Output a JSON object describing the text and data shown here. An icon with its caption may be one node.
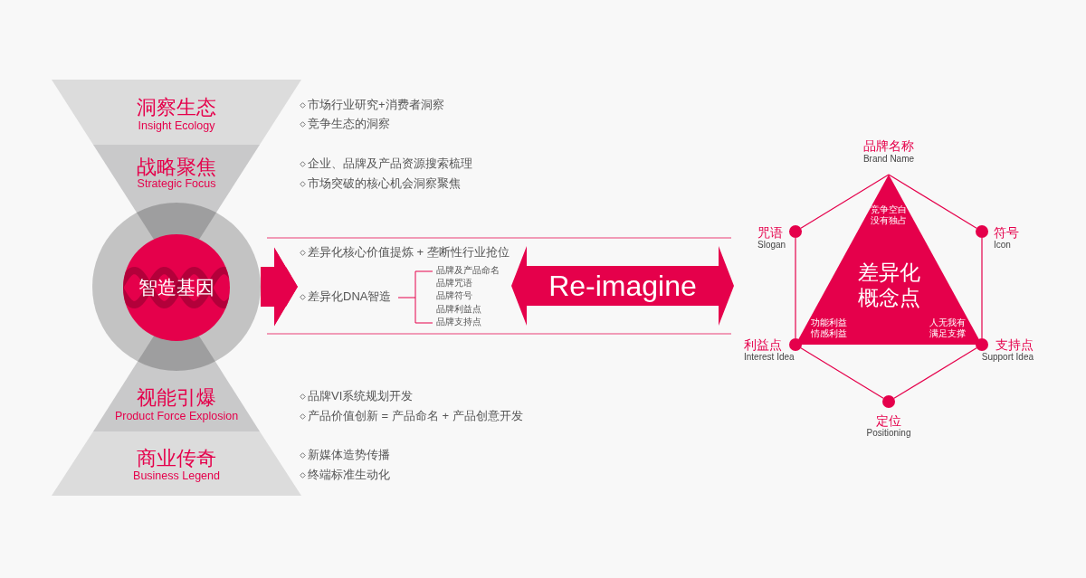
{
  "diagram": {
    "nodes": [
      {
        "text": [
          "洞察生态",
          "Insight Ecology"
        ],
        "beside": [
          "市场行业研究+消费者洞察",
          "竞争生态的洞察"
        ]
      },
      {
        "text": [
          "战略聚焦",
          "Strategic Focus"
        ],
        "beside": [
          "企业、品牌及产品资源搜索梳理",
          "市场突破的核心机会洞察聚焦"
        ]
      },
      {
        "text": [
          "智造基因"
        ]
      },
      {
        "text": [
          "差异化DNA智造"
        ]
      },
      {
        "text": [
          "视能引爆",
          "Product Force Explosion"
        ],
        "beside": [
          "品牌VI系统规划开发",
          "产品价值创新 = 产品命名 + 产品创意开发"
        ]
      },
      {
        "text": [
          "商业传奇",
          "Business Legend"
        ],
        "beside": [
          "新媒体造势传播",
          "终端标准生动化"
        ]
      },
      {
        "text": [
          "Re-imagine"
        ]
      },
      {
        "text": [
          "品牌名称",
          "Brand Name"
        ]
      },
      {
        "text": [],
        "shape": "circle",
        "beside": [
          "咒语",
          "Slogan"
        ]
      },
      {
        "text": [],
        "shape": "circle",
        "beside": [
          "符号",
          "Icon"
        ]
      },
      {
        "text": [
          "竞争空白没有独占",
          "差异化概念点",
          "功能利益情感利益",
          "人无我有满足支撑"
        ]
      },
      {
        "text": [],
        "shape": "circle",
        "beside": [
          "利益点",
          "Interest Idea"
        ]
      },
      {
        "text": [],
        "shape": "circle",
        "beside": [
          "支持点",
          "Support Idea"
        ]
      },
      {
        "text": [],
        "shape": "circle",
        "beside": [
          "定位",
          "Positioning"
        ]
      }
    ],
    "edges": [
      {
        "from": 2,
        "to": 3,
        "arrow": "to",
        "style": "thick"
      },
      {
        "from": 7,
        "to": 8,
        "arrow": "none"
      },
      {
        "from": 7,
        "to": 9,
        "arrow": "none"
      },
      {
        "from": 8,
        "to": 11,
        "arrow": "none"
      },
      {
        "from": 9,
        "to": 12,
        "arrow": "none"
      },
      {
        "from": 11,
        "to": 13,
        "arrow": "none"
      },
      {
        "from": 12,
        "to": 13,
        "arrow": "none"
      }
    ],
    "labels": [
      "差异化核心价值提炼 + 垄断性行业抢位",
      "品牌及产品命名",
      "品牌咒语",
      "品牌符号",
      "品牌利益点",
      "品牌支持点"
    ]
  }
}
